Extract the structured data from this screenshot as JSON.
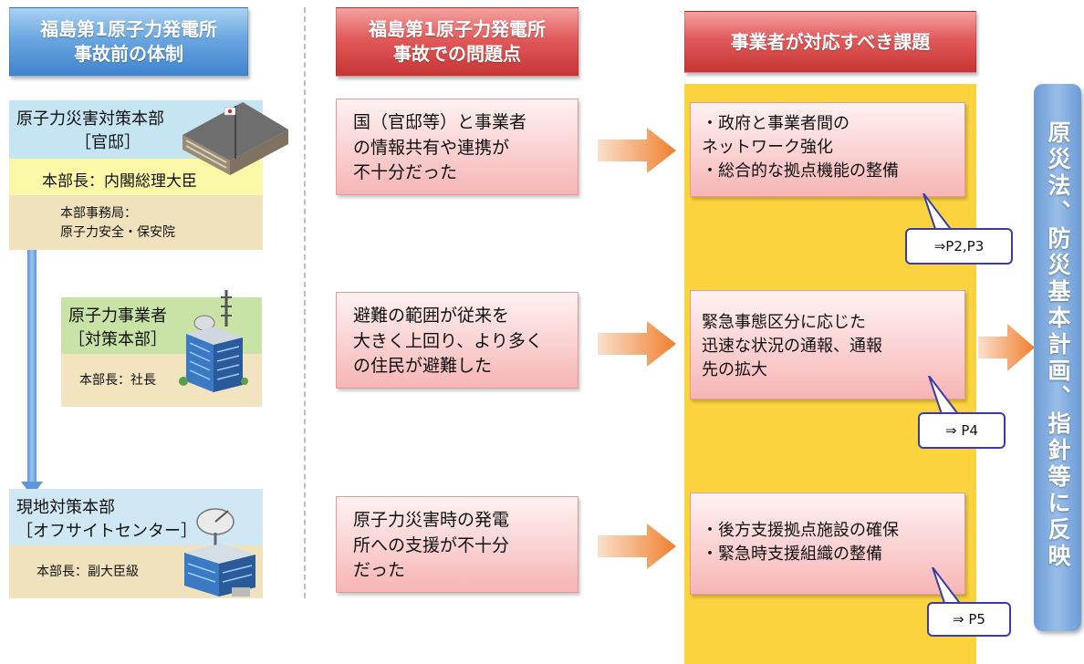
{
  "headers": {
    "before": "福島第1原子力発電所\n事故前の体制",
    "problems": "福島第1原子力発電所\n事故での問題点",
    "tasks": "事業者が対応すべき課題"
  },
  "orgs": {
    "hq": {
      "title": "原子力災害対策本部",
      "sub": "［官邸］",
      "chief": "本部長：内閣総理大臣",
      "bureau_label": "本部事務局：",
      "bureau_name": "原子力安全・保安院"
    },
    "operator": {
      "title": "原子力事業者",
      "sub": "［対策本部］",
      "chief": "本部長：社長"
    },
    "local": {
      "title": "現地対策本部",
      "sub": "［オフサイトセンター］",
      "chief": "本部長：副大臣級"
    }
  },
  "problems": [
    "国（官邸等）と事業者\nの情報共有や連携が\n不十分だった",
    "避難の範囲が従来を\n大きく上回り、より多く\nの住民が避難した",
    "原子力災害時の発電\n所への支援が不十分\nだった"
  ],
  "tasks": [
    "・政府と事業者間の\nネットワーク強化\n・総合的な拠点機能の整備",
    "緊急事態区分に応じた\n迅速な状況の通報、通報\n先の拡大",
    "・後方支援拠点施設の確保\n・緊急時支援組織の整備"
  ],
  "page_refs": [
    "⇒P2,P3",
    "⇒ P4",
    "⇒ P5"
  ],
  "outcome": "原災法、防災基本計画、指針等に反映",
  "colors": {
    "header_blue": "#5b9bd5",
    "header_red": "#e25a5a",
    "task_column": "#fbd33e",
    "arrow": "#f08a3c",
    "outcome_blue": "#7ba6dc"
  },
  "icons": [
    "government-building-icon",
    "office-building-antenna-icon",
    "offsite-center-building-icon"
  ]
}
